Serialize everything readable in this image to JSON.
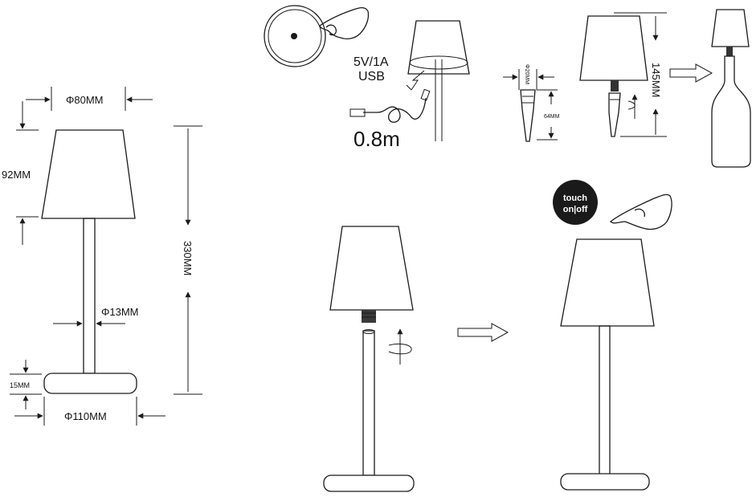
{
  "dimensions": {
    "shade_diameter": "Φ80MM",
    "shade_height": "92MM",
    "total_height": "330MM",
    "pole_diameter": "Φ13MM",
    "base_height": "15MM",
    "base_diameter": "Φ110MM"
  },
  "charging": {
    "spec_line1": "5V/1A",
    "spec_line2": "USB",
    "cable_length": "0.8m"
  },
  "bottle_adapter": {
    "height": "145MM",
    "adapter_diameter": "Φ20MM",
    "adapter_length": "64MM"
  },
  "touch_button": {
    "line1": "touch",
    "line2": "on|off"
  }
}
